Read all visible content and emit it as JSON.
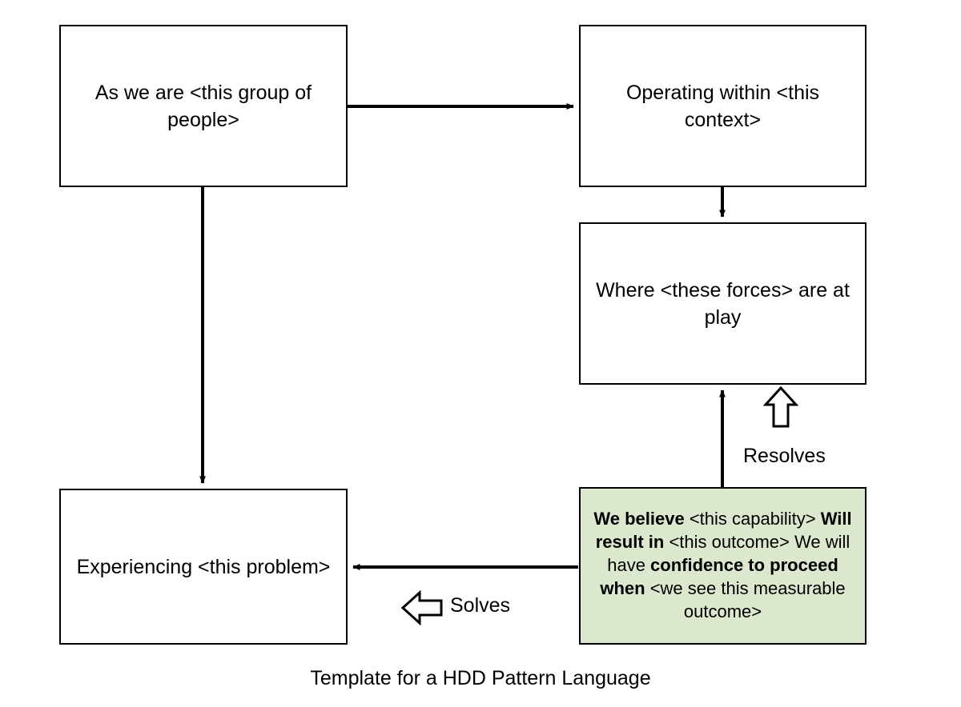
{
  "diagram": {
    "caption": "Template for a HDD Pattern Language",
    "background_color": "#ffffff",
    "stroke_color": "#000000",
    "highlight_fill": "#dbe8cd",
    "nodes": [
      {
        "id": "group",
        "text": "As we are <this group of people>",
        "fill": "#ffffff"
      },
      {
        "id": "context",
        "text": "Operating within <this context>",
        "fill": "#ffffff"
      },
      {
        "id": "forces",
        "text": "Where <these forces> are at play",
        "fill": "#ffffff"
      },
      {
        "id": "problem",
        "text": "Experiencing <this problem>",
        "fill": "#ffffff"
      }
    ],
    "hypothesis": {
      "id": "hypothesis",
      "fill": "#dbe8cd",
      "lines": [
        {
          "bold": "We believe",
          "rest": " <this capability>"
        },
        {
          "bold": "Will result in",
          "rest": " <this outcome>"
        },
        {
          "bold": "",
          "rest": "We will have "
        },
        {
          "bold": "confidence to proceed when",
          "rest": " <we see this measurable outcome>"
        }
      ],
      "segments": [
        {
          "text": "We believe",
          "bold": true
        },
        {
          "text": " <this capability> ",
          "bold": false
        },
        {
          "text": "Will result in",
          "bold": true
        },
        {
          "text": " <this outcome> ",
          "bold": false
        },
        {
          "text": "We will have ",
          "bold": false
        },
        {
          "text": "confidence to proceed when",
          "bold": true
        },
        {
          "text": " <we see this measurable outcome>",
          "bold": false
        }
      ]
    },
    "edge_labels": {
      "resolves": "Resolves",
      "solves": "Solves"
    },
    "edges": [
      {
        "from": "group",
        "to": "context",
        "direction": "right",
        "style": "solid-arrow"
      },
      {
        "from": "context",
        "to": "forces",
        "direction": "down",
        "style": "solid-arrow"
      },
      {
        "from": "group",
        "to": "problem",
        "direction": "down",
        "style": "solid-arrow"
      },
      {
        "from": "hypothesis",
        "to": "forces",
        "direction": "up",
        "style": "solid-arrow",
        "label": "Resolves"
      },
      {
        "from": "hypothesis",
        "to": "problem",
        "direction": "left",
        "style": "solid-arrow",
        "label": "Solves"
      }
    ],
    "icons": {
      "resolves_arrow": "block-arrow-up-outline",
      "solves_arrow": "block-arrow-left-outline"
    }
  }
}
